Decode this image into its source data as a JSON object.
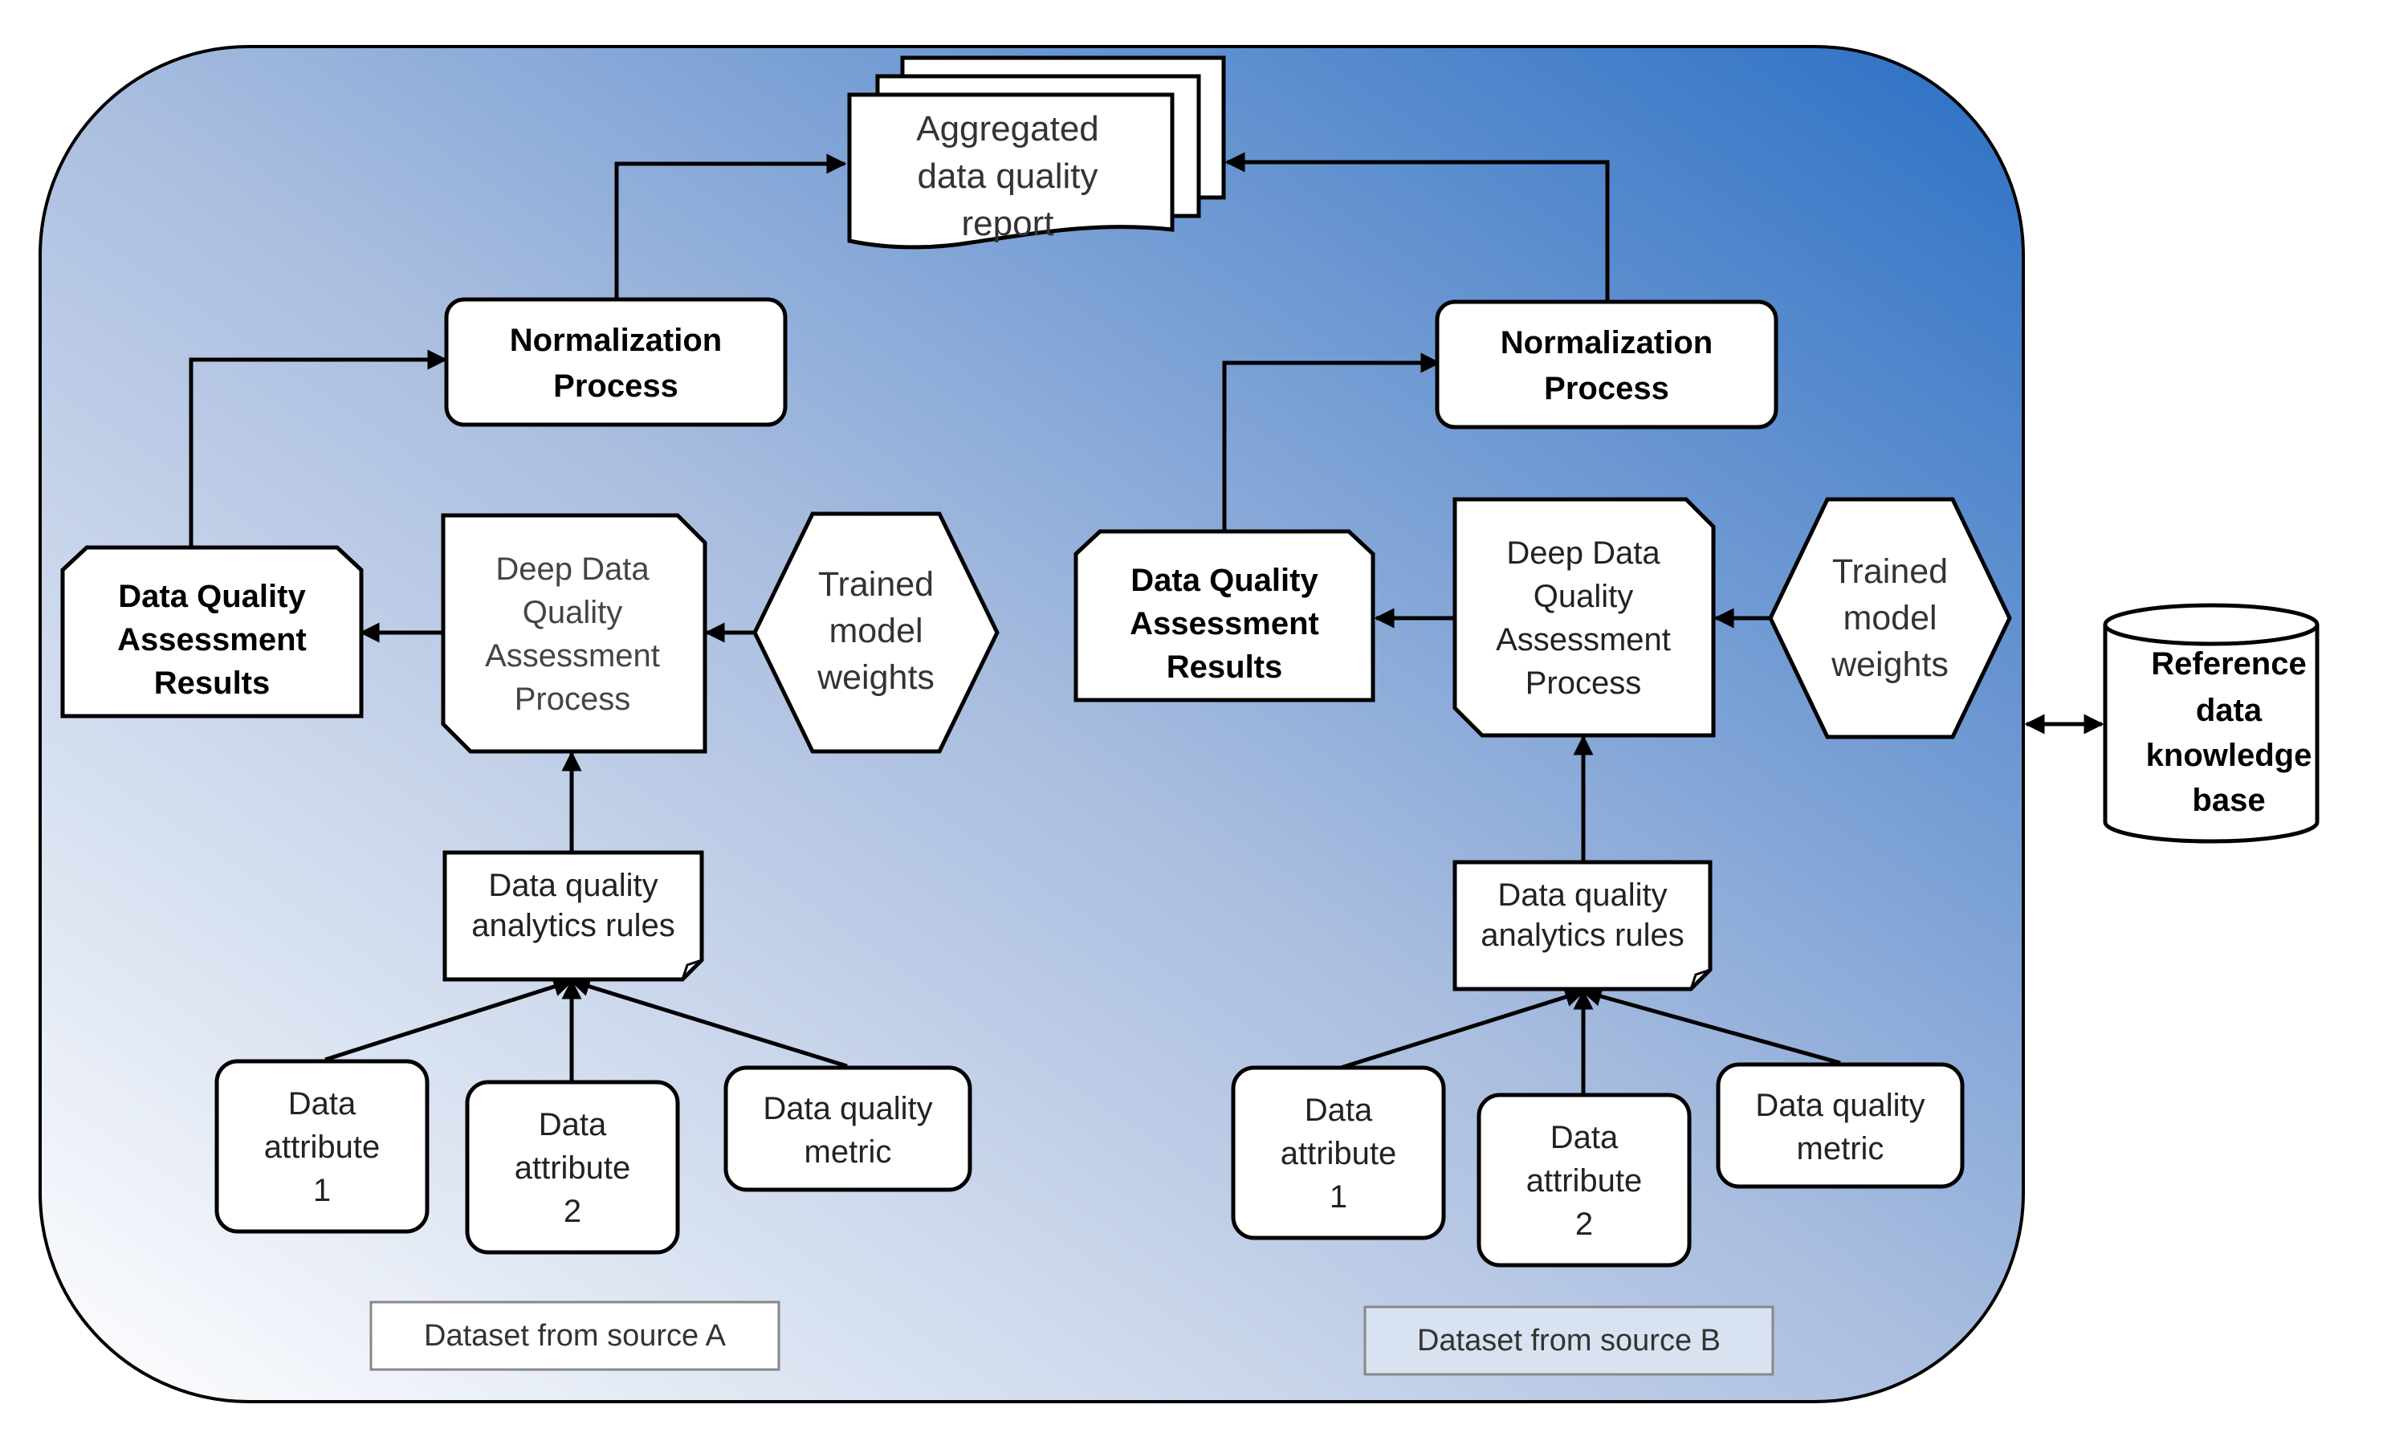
{
  "colors": {
    "gradient_light": "#ffffff",
    "gradient_mid": "#a9bddf",
    "gradient_dark": "#2a6fc4",
    "stroke": "#000000"
  },
  "diagram": {
    "report": [
      "Aggregated",
      "data quality",
      "report"
    ],
    "source_a": {
      "normalization": [
        "Normalization",
        "Process"
      ],
      "assessment_results": [
        "Data Quality",
        "Assessment",
        "Results"
      ],
      "deep_process": [
        "Deep Data",
        "Quality",
        "Assessment",
        "Process"
      ],
      "trained_weights": [
        "Trained",
        "model",
        "weights"
      ],
      "rules": [
        "Data quality",
        "analytics rules"
      ],
      "attribute_1": [
        "Data",
        "attribute",
        "1"
      ],
      "attribute_2": [
        "Data",
        "attribute",
        "2"
      ],
      "metric": [
        "Data quality",
        "metric"
      ],
      "dataset_label": "Dataset from source A"
    },
    "source_b": {
      "normalization": [
        "Normalization",
        "Process"
      ],
      "assessment_results": [
        "Data Quality",
        "Assessment",
        "Results"
      ],
      "deep_process": [
        "Deep Data",
        "Quality",
        "Assessment",
        "Process"
      ],
      "trained_weights": [
        "Trained",
        "model",
        "weights"
      ],
      "rules": [
        "Data quality",
        "analytics rules"
      ],
      "attribute_1": [
        "Data",
        "attribute",
        "1"
      ],
      "attribute_2": [
        "Data",
        "attribute",
        "2"
      ],
      "metric": [
        "Data quality",
        "metric"
      ],
      "dataset_label": "Dataset from source B"
    },
    "knowledge_base": [
      "Reference",
      "data",
      "knowledge",
      "base"
    ]
  }
}
